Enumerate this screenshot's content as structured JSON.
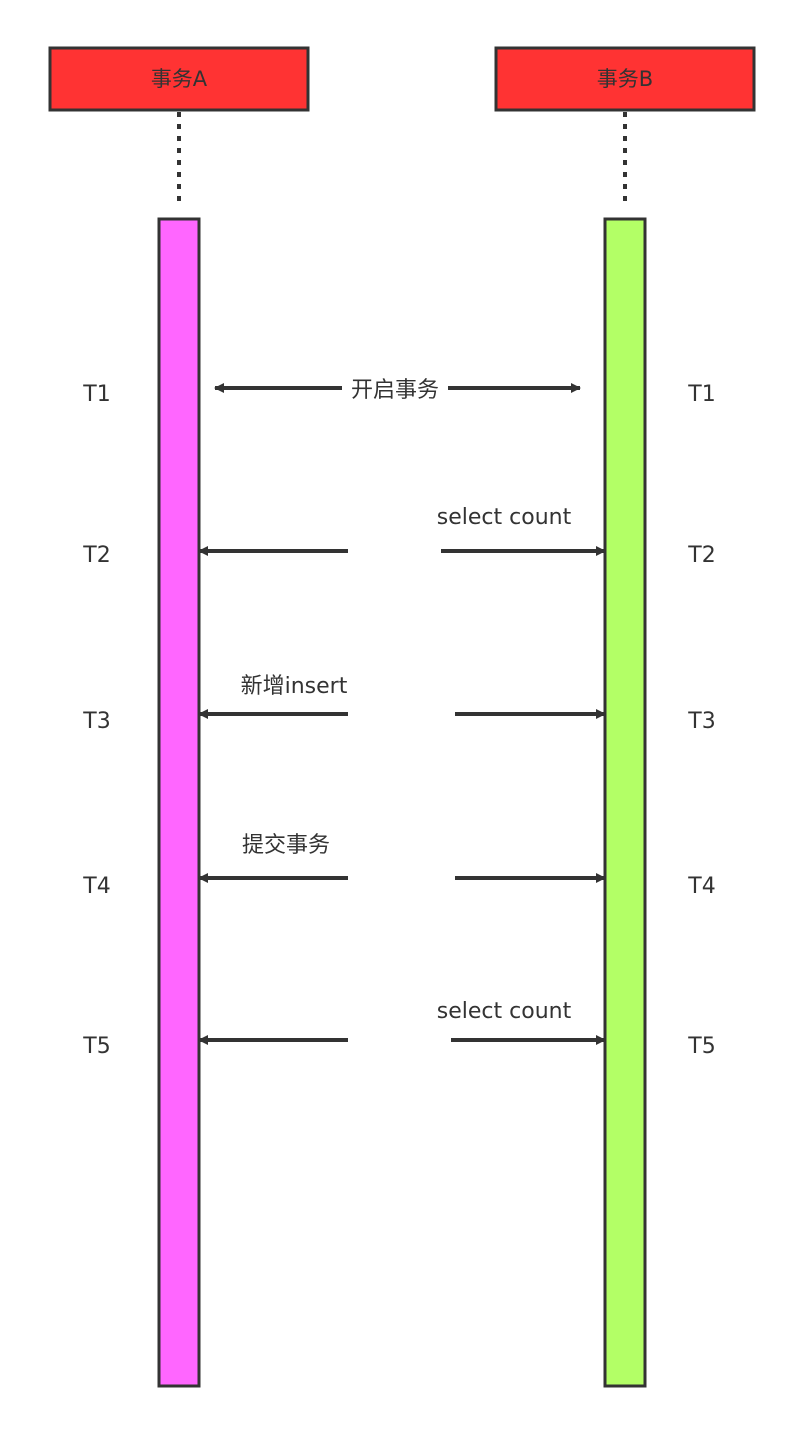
{
  "participants": [
    {
      "id": "a",
      "label": "事务A",
      "head_color": "#FF3333",
      "bar_color": "#FF66FF"
    },
    {
      "id": "b",
      "label": "事务B",
      "head_color": "#FF3333",
      "bar_color": "#B3FF66"
    }
  ],
  "times": [
    "T1",
    "T2",
    "T3",
    "T4",
    "T5"
  ],
  "messages": [
    {
      "time": "T1",
      "label": "开启事务",
      "direction": "both"
    },
    {
      "time": "T2",
      "label": "select count",
      "direction": "both"
    },
    {
      "time": "T3",
      "label": "新增insert",
      "direction": "both"
    },
    {
      "time": "T4",
      "label": "提交事务",
      "direction": "both"
    },
    {
      "time": "T5",
      "label": "select count",
      "direction": "both"
    }
  ],
  "colors": {
    "stroke": "#333333",
    "arrow": "#333333"
  }
}
